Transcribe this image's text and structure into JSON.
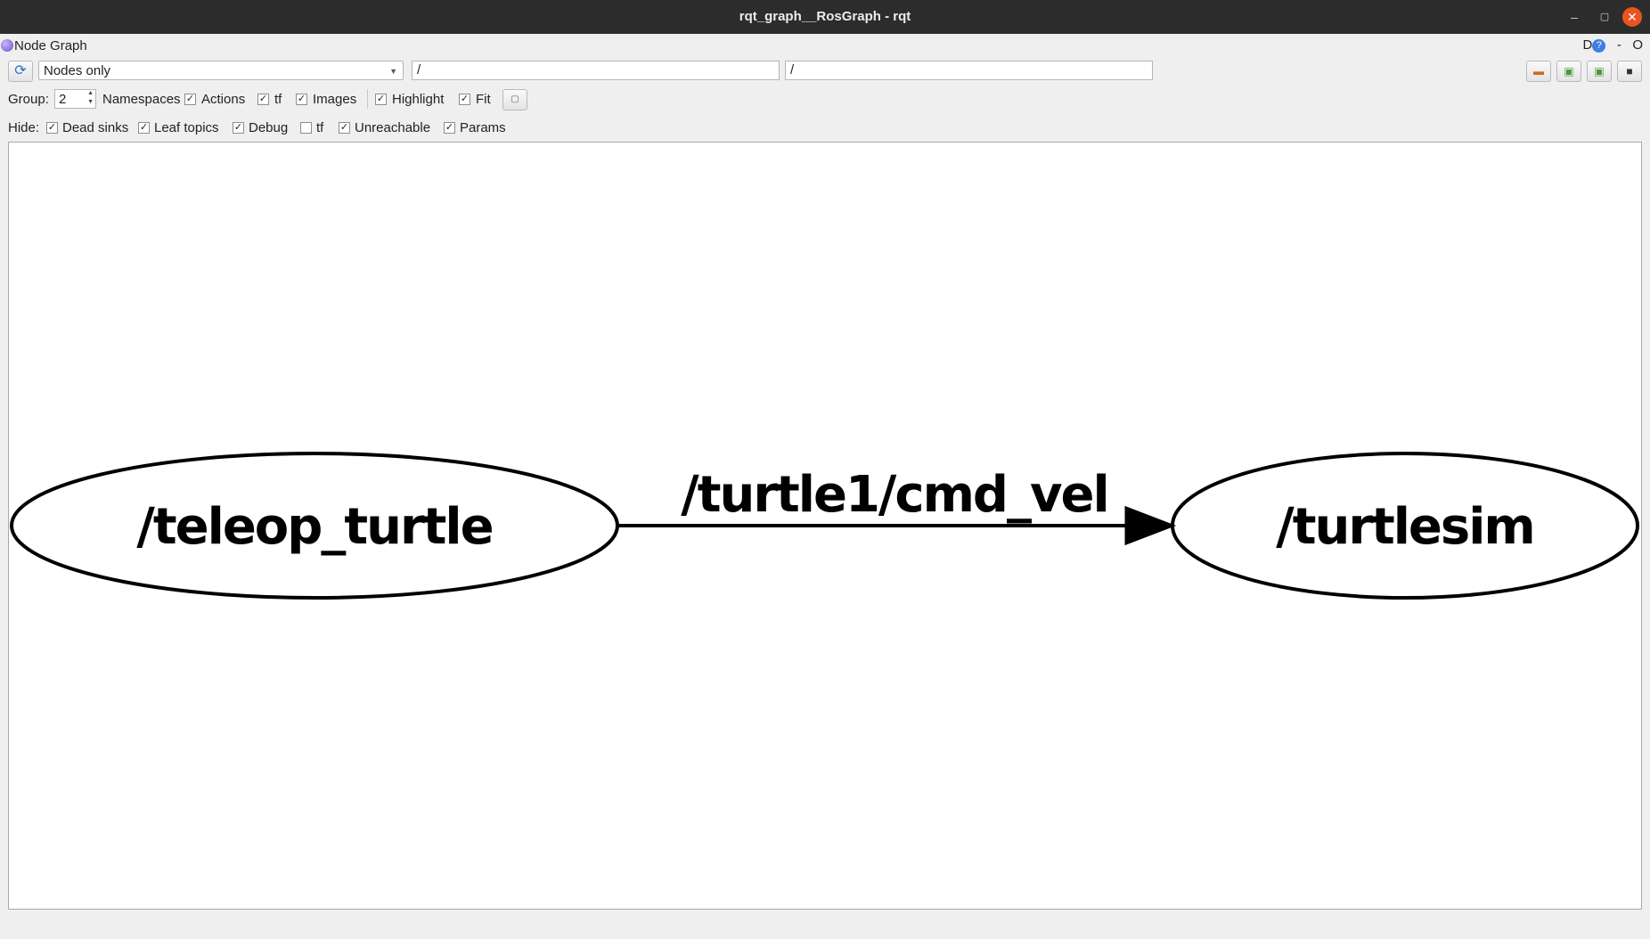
{
  "window": {
    "title": "rqt_graph__RosGraph - rqt"
  },
  "plugin": {
    "title": "Node Graph",
    "right_label_d": "D",
    "right_label_help": "?",
    "right_label_dash": "-",
    "right_label_o": "O"
  },
  "toolbar": {
    "graph_type": "Nodes only",
    "node_filter": "/",
    "topic_filter": "/",
    "tool_buttons": [
      "open-file-icon",
      "save-dot-icon",
      "save-svg-icon",
      "screenshot-icon"
    ]
  },
  "options": {
    "group_label": "Group:",
    "group_value": "2",
    "namespaces_label": "Namespaces",
    "namespaces_checked": true,
    "actions_label": "Actions",
    "actions_checked": true,
    "tf_label": "tf",
    "tf_checked": true,
    "images_label": "Images",
    "images_checked": true,
    "highlight_label": "Highlight",
    "highlight_checked": true,
    "fit_label": "Fit",
    "fit_checked": true
  },
  "hide": {
    "hide_label": "Hide:",
    "dead_sinks_label": "Dead sinks",
    "dead_sinks_checked": true,
    "leaf_topics_label": "Leaf topics",
    "leaf_topics_checked": true,
    "debug_label": "Debug",
    "debug_checked": true,
    "tf_label": "tf",
    "tf_checked": false,
    "unreachable_label": "Unreachable",
    "unreachable_checked": true,
    "params_label": "Params",
    "params_checked": true
  },
  "graph": {
    "nodes": [
      {
        "id": "teleop",
        "label": "/teleop_turtle"
      },
      {
        "id": "turtlesim",
        "label": "/turtlesim"
      }
    ],
    "edges": [
      {
        "from": "teleop",
        "to": "turtlesim",
        "label": "/turtle1/cmd_vel"
      }
    ]
  }
}
